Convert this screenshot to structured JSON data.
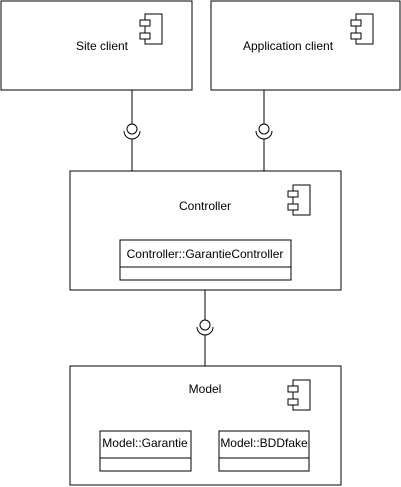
{
  "diagram": {
    "components": {
      "site_client": {
        "label": "Site client",
        "icon": "component-icon"
      },
      "application_client": {
        "label": "Application client",
        "icon": "component-icon"
      },
      "controller": {
        "label": "Controller",
        "icon": "component-icon",
        "classes": [
          {
            "label": "Controller::GarantieController"
          }
        ]
      },
      "model": {
        "label": "Model",
        "icon": "component-icon",
        "classes": [
          {
            "label": "Model::Garantie"
          },
          {
            "label": "Model::BDDfake"
          }
        ]
      }
    },
    "interfaces": [
      {
        "from": "Site client",
        "to": "Controller",
        "type": "required-provided"
      },
      {
        "from": "Application client",
        "to": "Controller",
        "type": "required-provided"
      },
      {
        "from": "Controller",
        "to": "Model",
        "type": "required-provided"
      }
    ]
  }
}
